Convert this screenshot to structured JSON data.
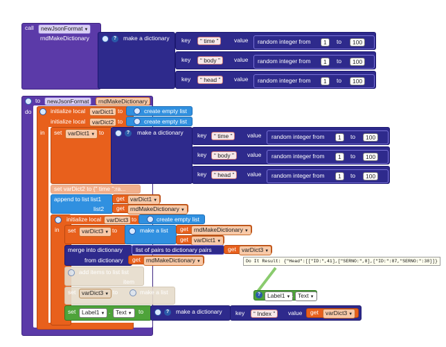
{
  "top_call": {
    "call": "call",
    "component": "newJsonFormat",
    "method": "rndMakeDictionary",
    "make_dict": "make a dictionary",
    "entries": [
      {
        "key_label": "key",
        "key": "time",
        "value_label": "value",
        "rand": "random integer from",
        "from": "1",
        "to_label": "to",
        "to": "100"
      },
      {
        "key_label": "key",
        "key": "body",
        "value_label": "value",
        "rand": "random integer from",
        "from": "1",
        "to_label": "to",
        "to": "100"
      },
      {
        "key_label": "key",
        "key": "head",
        "value_label": "value",
        "rand": "random integer from",
        "from": "1",
        "to_label": "to",
        "to": "100"
      }
    ]
  },
  "proc": {
    "to": "to",
    "component": "newJsonFormat",
    "method": "rndMakeDictionary",
    "do": "do",
    "init1": "initialize local",
    "var1": "varDict1",
    "to1": "to",
    "empty1": "create empty list",
    "init2": "initialize local",
    "var2": "varDict2",
    "to2": "to",
    "empty2": "create empty list",
    "in": "in",
    "set": "set",
    "setvar": "varDict1",
    "setto": "to",
    "make_dict": "make a dictionary",
    "entries": [
      {
        "key_label": "key",
        "key": "time",
        "value_label": "value",
        "rand": "random integer from",
        "from": "1",
        "to_label": "to",
        "to": "100"
      },
      {
        "key_label": "key",
        "key": "body",
        "value_label": "value",
        "rand": "random integer from",
        "from": "1",
        "to_label": "to",
        "to": "100"
      },
      {
        "key_label": "key",
        "key": "head",
        "value_label": "value",
        "rand": "random integer from",
        "from": "1",
        "to_label": "to",
        "to": "100"
      }
    ],
    "set_collapsed": "set varDict2 to {\" time \":ra...",
    "append": "append to list  list1",
    "append_get1": "get",
    "append_var1": "varDict1",
    "list2": "list2",
    "append_get2": "get",
    "append_var2": "rndMakeDictionary",
    "init3": "initialize local",
    "var3": "varDict3",
    "to3": "to",
    "empty3": "create empty list",
    "in2": "in",
    "set3": "set",
    "set3var": "varDict3",
    "set3to": "to",
    "make_list": "make a list",
    "ml_get1": "get",
    "ml_var1": "rndMakeDictionary",
    "ml_get2": "get",
    "ml_var2": "varDict1",
    "merge": "merge into dictionary",
    "pairs_label": "list of pairs to dictionary  pairs",
    "pairs_get": "get",
    "pairs_var": "varDict3",
    "from_dict": "from dictionary",
    "from_get": "get",
    "from_var": "rndMakeDictionary",
    "add_items": "add items to list   list",
    "item": "item",
    "faded_set": "set",
    "faded_var": "varDict3",
    "faded_to": "to",
    "faded_make_list": "make a list",
    "label_set": "set",
    "label_comp": "Label1",
    "label_prop": "Text",
    "label_to": "to",
    "label_make_dict": "make a dictionary",
    "label_key_label": "key",
    "label_key": "Index",
    "label_value_label": "value",
    "label_get": "get",
    "label_var": "varDict3"
  },
  "tooltip": {
    "text": "Do It Result: {\"Head\":[[\"ID:\",41],[\"SERNO:\",8],[\"ID:\":87,\"SERNO:\":38]]}"
  },
  "label_getter": {
    "comp": "Label1",
    "prop": "Text"
  }
}
